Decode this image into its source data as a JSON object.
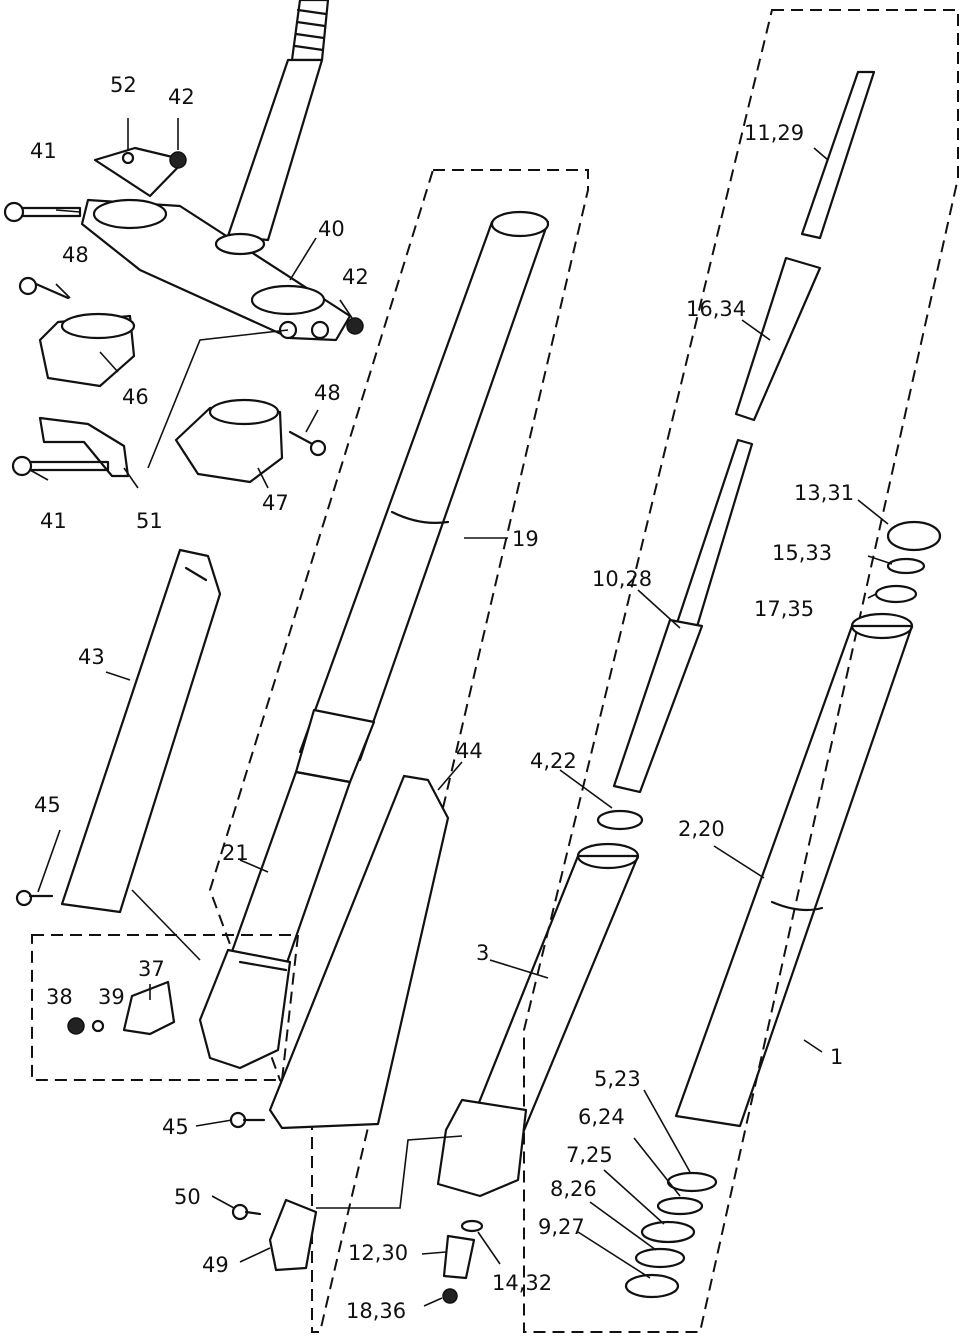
{
  "labels": {
    "l41a": "41",
    "l52": "52",
    "l42a": "42",
    "l48a": "48",
    "l40": "40",
    "l42b": "42",
    "l46": "46",
    "l48b": "48",
    "l41b": "41",
    "l51": "51",
    "l47": "47",
    "l19": "19",
    "l11_29": "11,29",
    "l16_34": "16,34",
    "l13_31": "13,31",
    "l15_33": "15,33",
    "l17_35": "17,35",
    "l10_28": "10,28",
    "l43": "43",
    "l44": "44",
    "l4_22": "4,22",
    "l2_20": "2,20",
    "l45a": "45",
    "l21": "21",
    "l3": "3",
    "l37": "37",
    "l38": "38",
    "l39": "39",
    "l1": "1",
    "l5_23": "5,23",
    "l6_24": "6,24",
    "l7_25": "7,25",
    "l45b": "45",
    "l8_26": "8,26",
    "l9_27": "9,27",
    "l50": "50",
    "l49": "49",
    "l12_30": "12,30",
    "l14_32": "14,32",
    "l18_36": "18,36"
  }
}
